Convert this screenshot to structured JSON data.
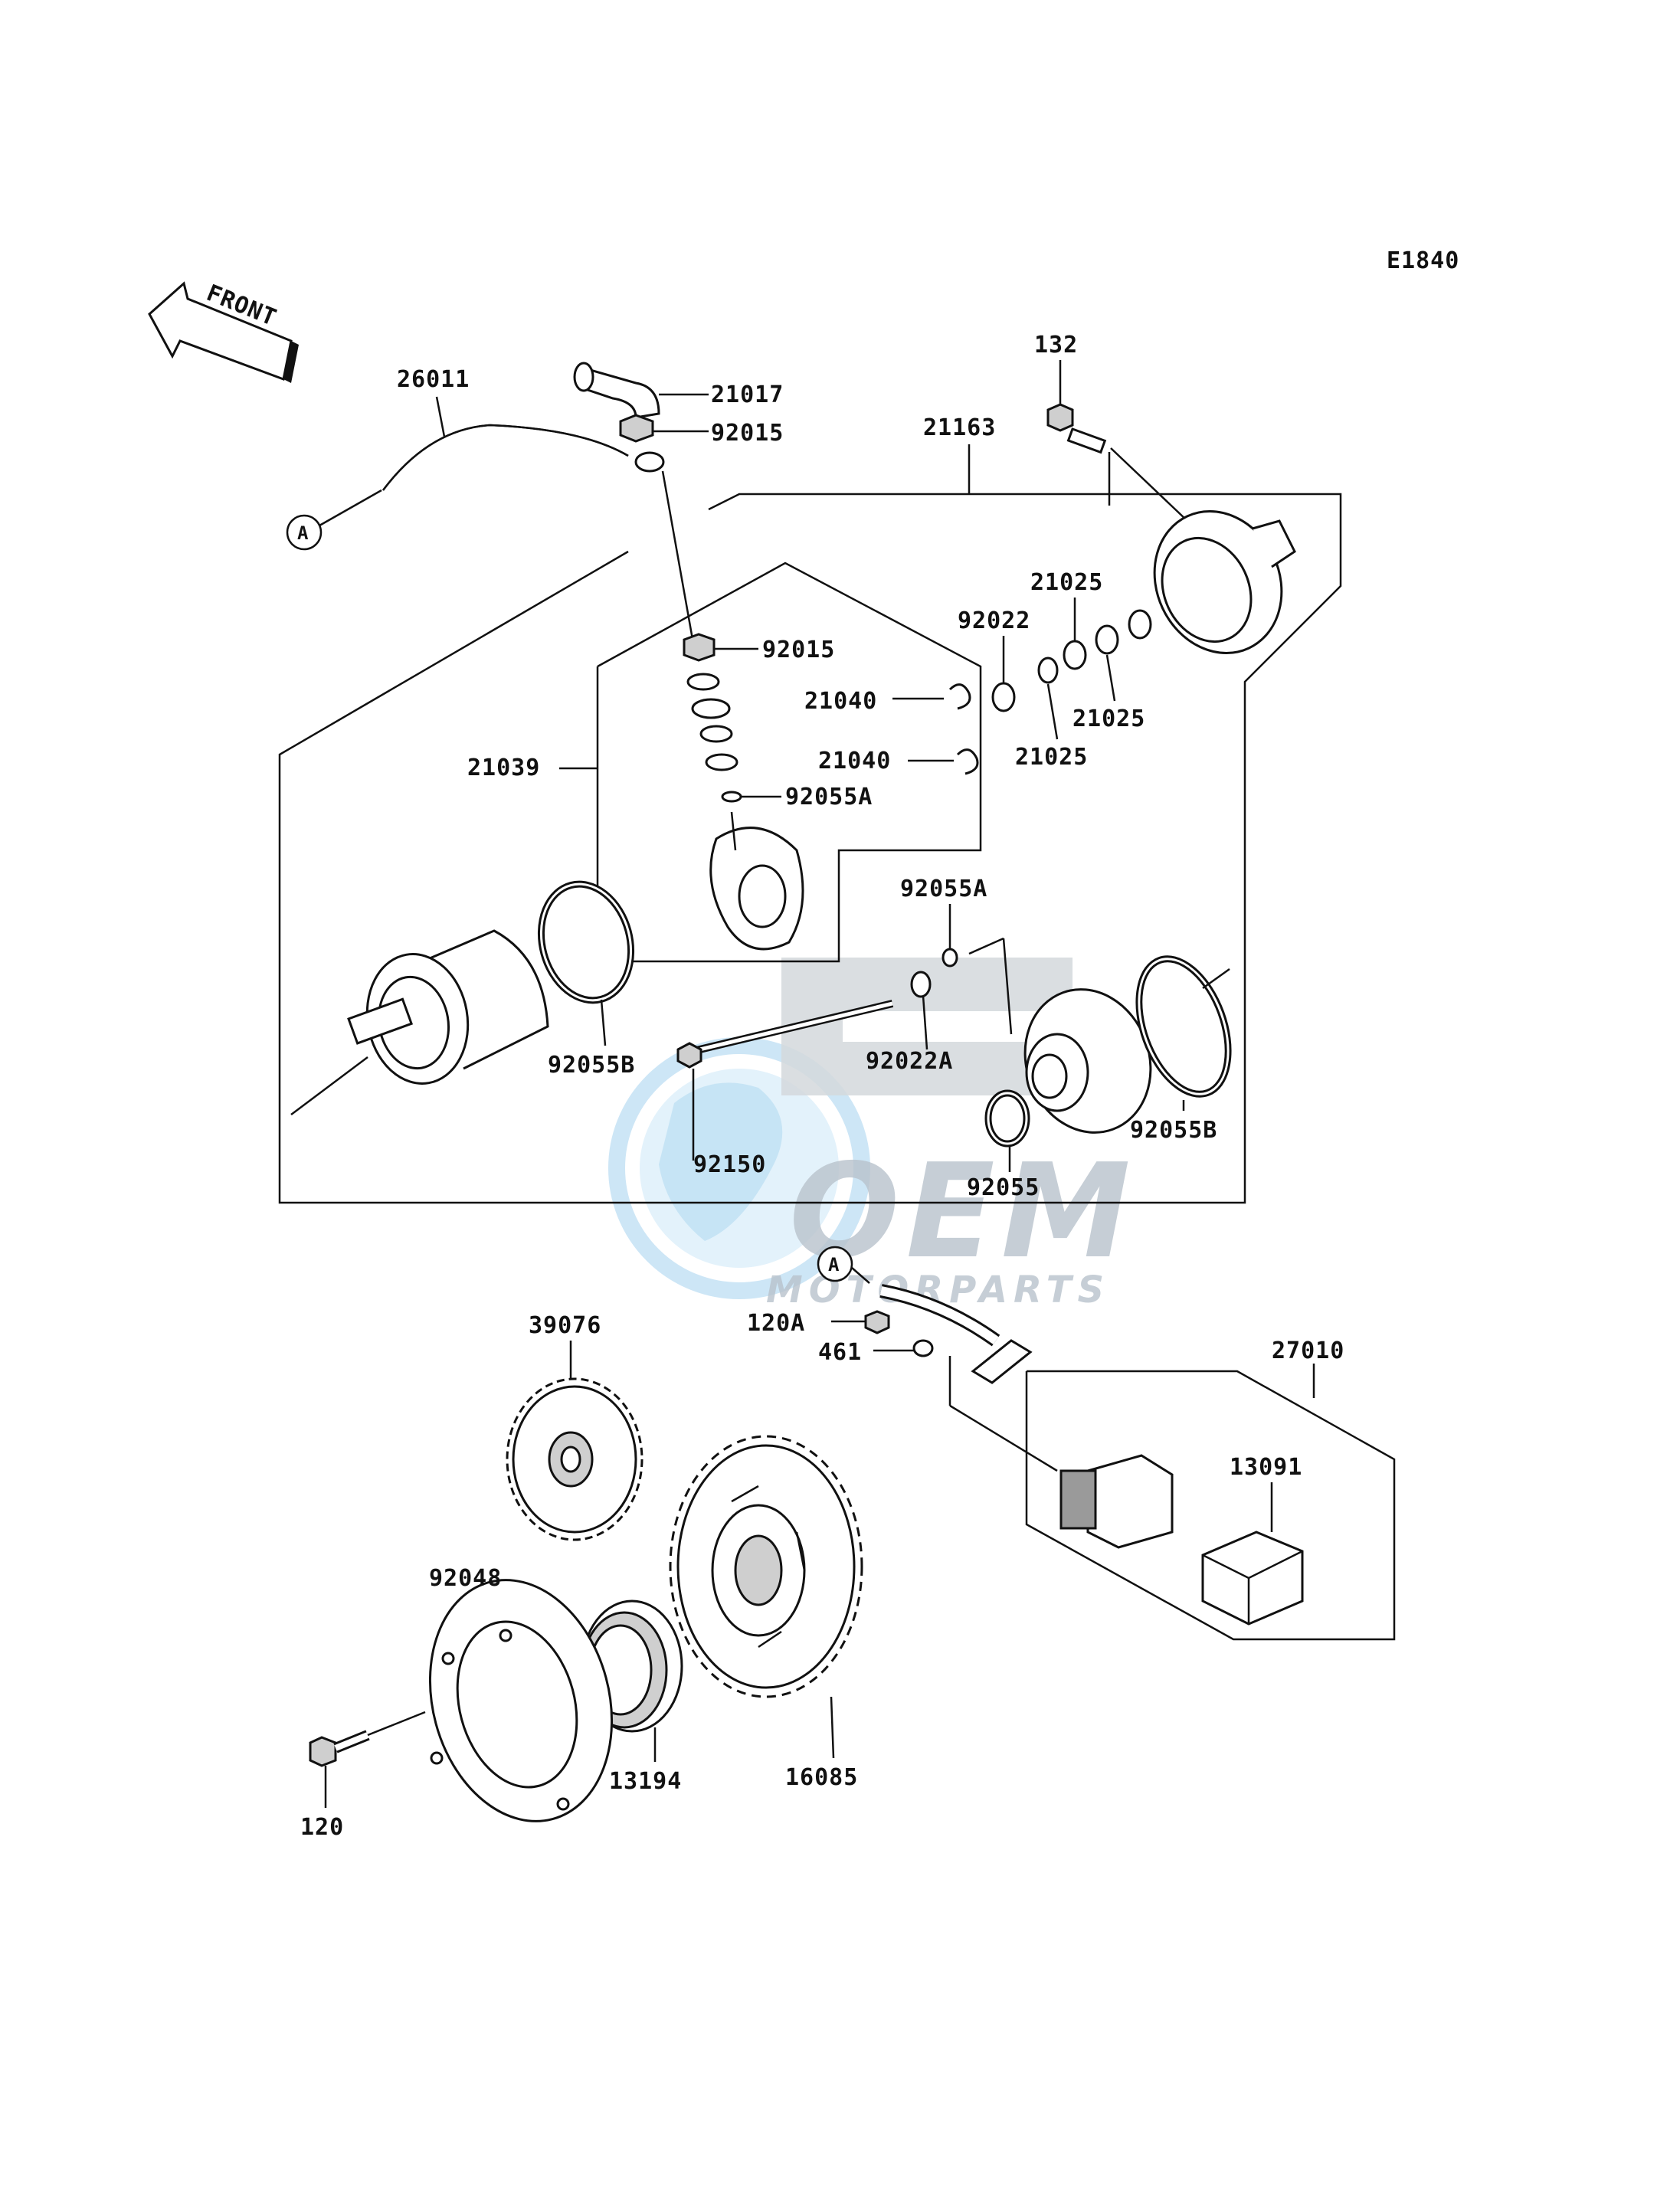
{
  "diagram_code": "E1840",
  "front_label": "FRONT",
  "watermark": {
    "brand": "OEM",
    "sub": "MOTORPARTS"
  },
  "ref_marker": "A",
  "labels": {
    "p26011": "26011",
    "p21017": "21017",
    "p92015_top": "92015",
    "p132": "132",
    "p21163": "21163",
    "p21025_a": "21025",
    "p92022": "92022",
    "p92015_mid": "92015",
    "p21040_a": "21040",
    "p21025_b": "21025",
    "p21025_c": "21025",
    "p21040_b": "21040",
    "p21039": "21039",
    "p92055A_a": "92055A",
    "p92055A_b": "92055A",
    "p92055B_a": "92055B",
    "p92022A": "92022A",
    "p92150": "92150",
    "p92055": "92055",
    "p92055B_b": "92055B",
    "p120A": "120A",
    "p461": "461",
    "p27010": "27010",
    "p39076": "39076",
    "p13091": "13091",
    "p92048": "92048",
    "p13194": "13194",
    "p16085": "16085",
    "p120": "120"
  }
}
